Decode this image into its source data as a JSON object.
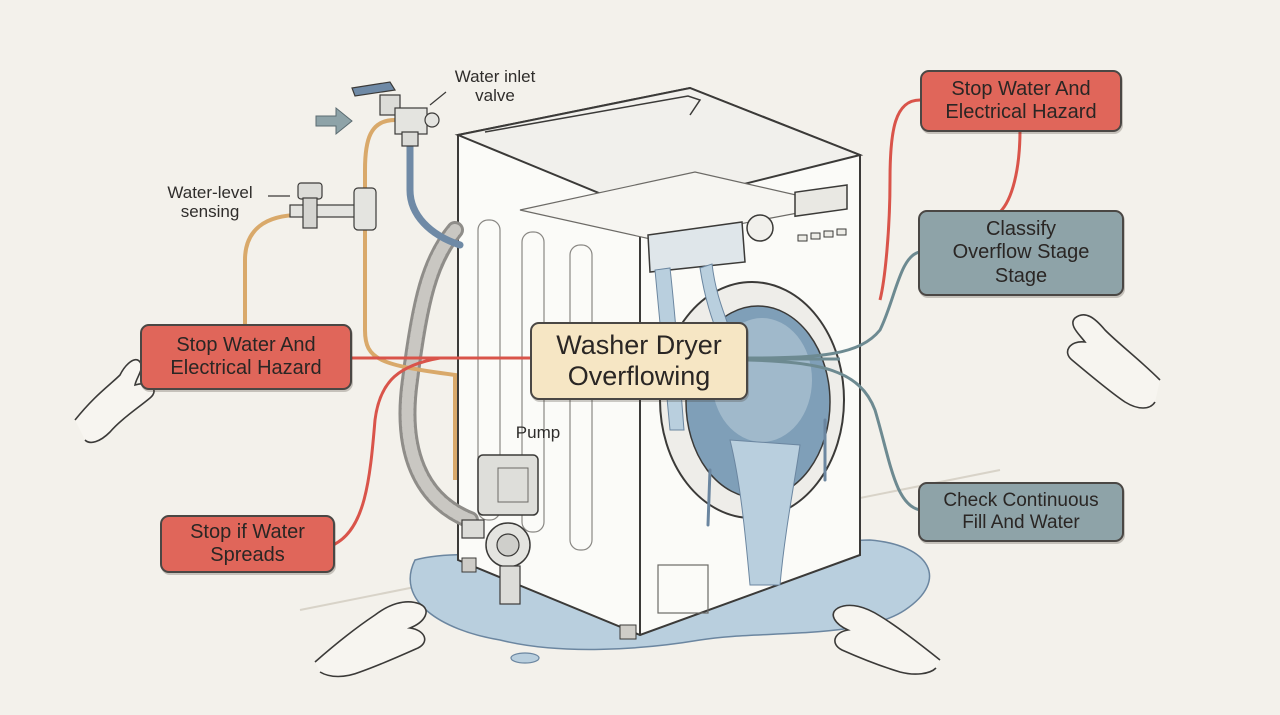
{
  "diagram": {
    "center_label": "Washer Dryer\nOverflowing",
    "action_boxes": [
      {
        "id": "stop-hazard-left",
        "text": "Stop Water And\nElectrical Hazard",
        "color": "#e0665a"
      },
      {
        "id": "stop-spreads",
        "text": "Stop if Water\nSpreads",
        "color": "#e0665a"
      },
      {
        "id": "stop-hazard-right",
        "text": "Stop Water And\nElectrical Hazard",
        "color": "#e0665a"
      },
      {
        "id": "classify-stage",
        "text": "Classify\nOverflow Stage\nStage",
        "color": "#8ea3a8"
      },
      {
        "id": "check-fill",
        "text": "Check Continuous\nFill And Water",
        "color": "#8ea3a8"
      }
    ],
    "part_labels": {
      "water_inlet_valve": "Water inlet\nvalve",
      "water_level_sensing": "Water-level\nsensing",
      "pump": "Pump"
    }
  },
  "colors": {
    "background": "#f3f1eb",
    "red_box": "#e0665a",
    "grey_box": "#8ea3a8",
    "center_box": "#f6e6c4",
    "red_line": "#d9544a",
    "grey_line": "#6d8a91",
    "water": "#b9cfde"
  },
  "icons": [
    "hand-icon",
    "washer-illustration",
    "water-puddle",
    "pump-illustration",
    "inlet-valve-illustration",
    "level-sensor-illustration",
    "arrow-icon"
  ]
}
